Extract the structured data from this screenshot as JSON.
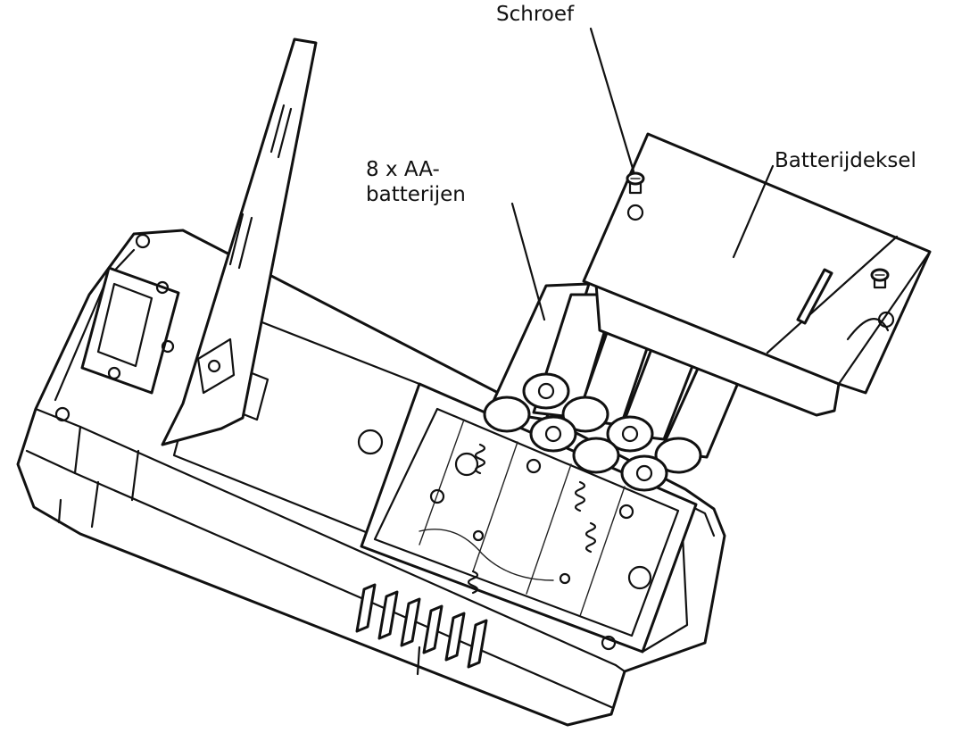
{
  "labels": {
    "screw": "Schroef",
    "battery_cover": "Batterijdeksel",
    "batteries_line1": "8 x AA-",
    "batteries_line2": "batterijen"
  },
  "colors": {
    "line": "#111111",
    "background": "#ffffff"
  },
  "icons": [
    "screw-icon",
    "battery-icon",
    "spring-icon"
  ]
}
